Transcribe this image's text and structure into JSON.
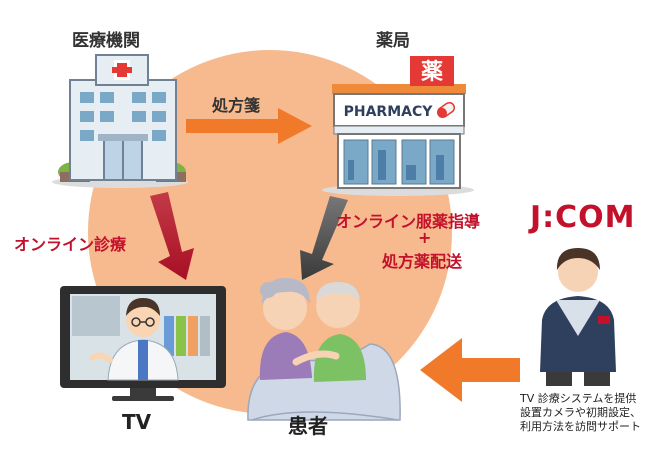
{
  "nodes": {
    "hospital": "医療機関",
    "pharmacy": "薬局",
    "pharmacy_sign": "PHARMACY",
    "pharmacy_badge": "薬",
    "tv": "TV",
    "patient": "患者"
  },
  "edges": {
    "prescription": "処方箋",
    "online_consult": "オンライン診療",
    "online_med_line1": "オンライン服薬指導",
    "online_med_plus": "+",
    "online_med_line2": "処方薬配送"
  },
  "provider": {
    "brand": "J:COM",
    "note_line1": "TV 診療システムを提供",
    "note_line2": "設置カメラや初期設定、",
    "note_line3": "利用方法を訪問サポート"
  },
  "colors": {
    "circle": "#f7b98e",
    "arrow_gray": "#4a4a4a",
    "arrow_red": "#c4112b",
    "arrow_orange": "#f07a2a",
    "brand_red": "#c4112b"
  }
}
